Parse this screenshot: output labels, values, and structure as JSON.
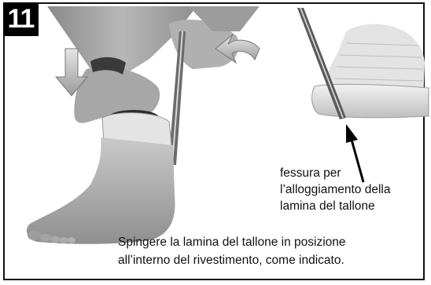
{
  "step": {
    "number": "11"
  },
  "callout": {
    "lines": [
      "fessura per",
      "l’alloggiamento della",
      "lamina del tallone"
    ]
  },
  "caption": {
    "lines": [
      "Spingere la lamina del tallone in posizione",
      "all’interno del rivestimento, come indicato."
    ]
  },
  "icons": {
    "down_arrow": "down-arrow-icon",
    "curved_arrow": "curved-arrow-icon",
    "pointer_arrow": "pointer-arrow-icon"
  }
}
